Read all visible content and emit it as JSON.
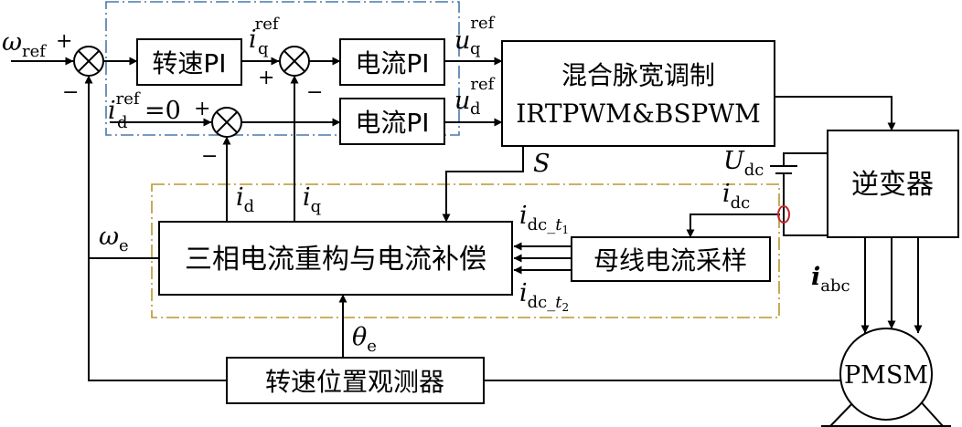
{
  "blocks": {
    "speed_pi": "转速PI",
    "current_pi_q": "电流PI",
    "current_pi_d": "电流PI",
    "hybrid_title": "混合脉宽调制",
    "hybrid_sub": "IRTPWM&BSPWM",
    "inverter": "逆变器",
    "reconstruction": "三相电流重构与电流补偿",
    "bus_sampling": "母线电流采样",
    "observer": "转速位置观测器",
    "motor": "PMSM"
  },
  "signals": {
    "omega_ref": {
      "base": "ω",
      "sub": "ref"
    },
    "iq_ref": {
      "base": "i",
      "sub": "q",
      "sup": "ref"
    },
    "id_ref": {
      "base": "i",
      "sub": "d",
      "sup": "ref",
      "suffix": "=0"
    },
    "uq_ref": {
      "base": "u",
      "sub": "q",
      "sup": "ref"
    },
    "ud_ref": {
      "base": "u",
      "sub": "d",
      "sup": "ref"
    },
    "S": "S",
    "Udc": {
      "base": "U",
      "sub": "dc"
    },
    "idc": {
      "base": "i",
      "sub": "dc"
    },
    "idc_t1": {
      "base": "i",
      "sub": "dc_",
      "t": "t",
      "tsub": "1"
    },
    "idc_t2": {
      "base": "i",
      "sub": "dc_",
      "t": "t",
      "tsub": "2"
    },
    "id": {
      "base": "i",
      "sub": "d"
    },
    "iq": {
      "base": "i",
      "sub": "q"
    },
    "omega_e": {
      "base": "ω",
      "sub": "e"
    },
    "theta_e": {
      "base": "θ",
      "sub": "e"
    },
    "iabc": {
      "base": "i",
      "sub": "abc"
    }
  },
  "signs": {
    "plus": "+",
    "minus": "−"
  },
  "colors": {
    "speed_loop_frame": "#4a78a8",
    "reconstruction_frame": "#b8952e",
    "sensor_ring": "#c0262c"
  }
}
